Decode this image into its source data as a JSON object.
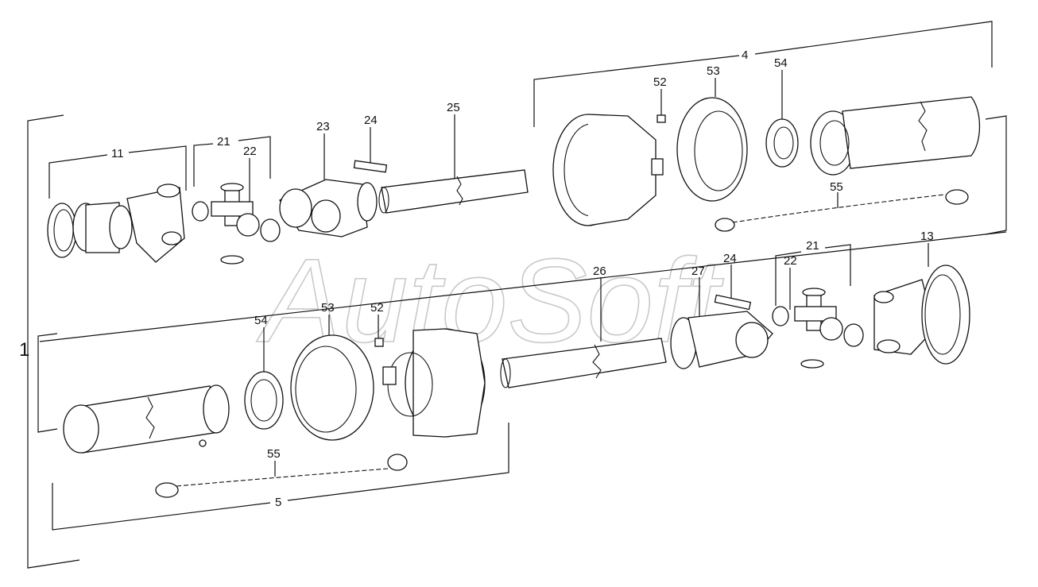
{
  "watermark": "AutoSoft",
  "labels": {
    "l1": "1",
    "l4": "4",
    "l5": "5",
    "l11": "11",
    "l13": "13",
    "l21a": "21",
    "l21b": "21",
    "l22a": "22",
    "l22b": "22",
    "l23": "23",
    "l24a": "24",
    "l24b": "24",
    "l25": "25",
    "l26": "26",
    "l27": "27",
    "l52a": "52",
    "l52b": "52",
    "l53a": "53",
    "l53b": "53",
    "l54a": "54",
    "l54b": "54",
    "l55a": "55",
    "l55b": "55"
  }
}
